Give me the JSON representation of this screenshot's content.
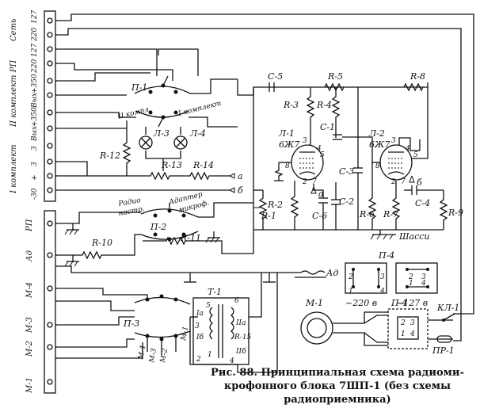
{
  "caption": {
    "line1": "Рис. 88. Принципиальная схема радиоми-",
    "line2": "крофонного блока 7ШП-1 (без схемы",
    "line3": "радиоприемника)"
  },
  "upper_terminal_strip": {
    "group_labels": [
      "Сеть",
      "II комплект РП",
      "I комплект"
    ],
    "terminals": [
      "127",
      "220",
      "127",
      "220",
      "+350",
      "Вых",
      "+350",
      "Вых",
      "3",
      "3",
      "+",
      "-30"
    ]
  },
  "lower_terminal_strip": {
    "labels": [
      "РП",
      "Ад",
      "М-4",
      "М-3",
      "М-2",
      "М-1"
    ]
  },
  "switches": {
    "p1": "П-1",
    "p1_left": "II компл.",
    "p1_right": "I комплект",
    "p2": "П-2",
    "p2_left": "Радио",
    "p2_left2": "настр.",
    "p2_right": "Адаптер",
    "p2_right2": "микроф.",
    "p3": "П-3",
    "p3_contacts": [
      "М-4",
      "М-3",
      "М-2",
      "М-1"
    ]
  },
  "lamps": [
    "Л-3",
    "Л-4"
  ],
  "tubes": [
    {
      "name": "Л-1",
      "type": "6Ж7",
      "pins": [
        "3",
        "4",
        "5",
        "8",
        "7",
        "2"
      ]
    },
    {
      "name": "Л-2",
      "type": "6Ж7",
      "pins": [
        "3",
        "4",
        "5",
        "8",
        "7",
        "2"
      ]
    }
  ],
  "resistors": [
    "R-1",
    "R-2",
    "R-3",
    "R-4",
    "R-5",
    "R-6",
    "R-7",
    "R-8",
    "R-9",
    "R-10",
    "R-11",
    "R-12",
    "R-13",
    "R-14"
  ],
  "capacitors": [
    "С-1",
    "С-2",
    "С-3",
    "С-4",
    "С-5",
    "С-6"
  ],
  "nodes": [
    "а",
    "б",
    "а",
    "б"
  ],
  "chassis": "Шасси",
  "antenna": "Ад",
  "transformer": {
    "name": "Т-1",
    "windings": [
      "Iа",
      "Iб",
      "IIа",
      "IIб",
      "R-15"
    ],
    "pins": [
      "6",
      "5",
      "3",
      "1",
      "2",
      "4"
    ]
  },
  "p4_panel": {
    "title": "П-4",
    "left_voltage": "~220 в",
    "right_voltage": "~127 в",
    "left_pins": [
      "2",
      "3",
      "1",
      "4"
    ],
    "right_pins": [
      "2",
      "3",
      "1",
      "4"
    ]
  },
  "motor": "М-1",
  "p4_label": "П-4",
  "p4_pins": [
    "2",
    "3",
    "1",
    "4"
  ],
  "kl1": "КЛ-1",
  "pr1": "ПР-1"
}
